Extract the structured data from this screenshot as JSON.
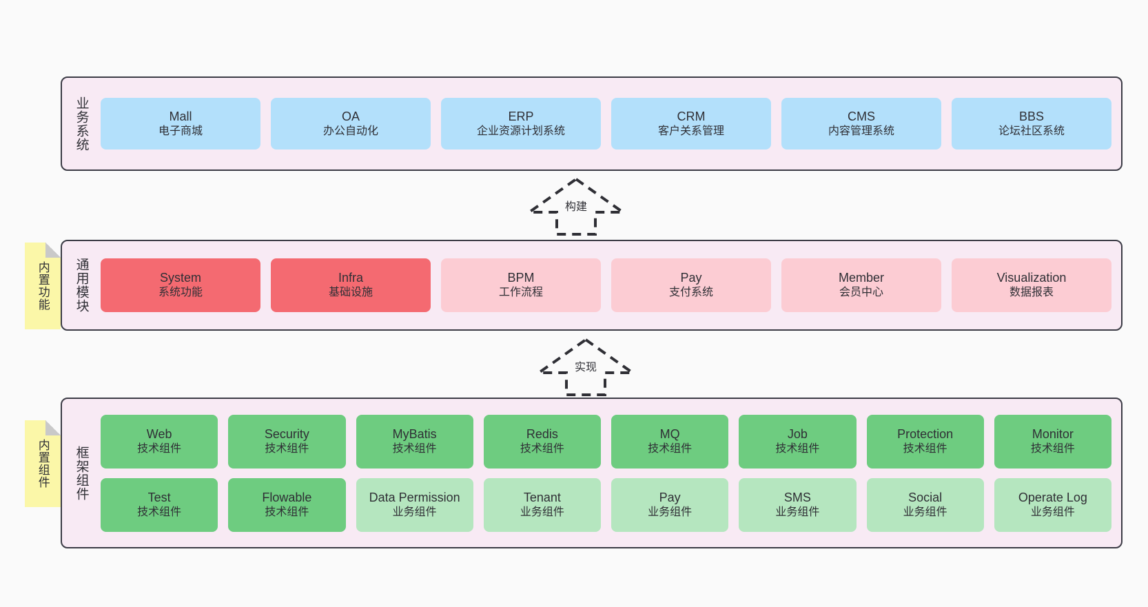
{
  "diagram": {
    "background_color": "#fafafa",
    "layer_background": "#f8eaf4",
    "layer_border_color": "#3b3b45",
    "note_color": "#fbf7a8",
    "colors": {
      "blue": "#b3e0fb",
      "red": "#f46a71",
      "pink": "#fcccd3",
      "green": "#6ecc80",
      "light_green": "#b5e6bf"
    }
  },
  "notes": {
    "common": "内置功能",
    "framework": "内置组件"
  },
  "connectors": {
    "build": "构建",
    "realize": "实现"
  },
  "layers": {
    "business": {
      "title": "业务系统",
      "cards": [
        {
          "en": "Mall",
          "cn": "电子商城"
        },
        {
          "en": "OA",
          "cn": "办公自动化"
        },
        {
          "en": "ERP",
          "cn": "企业资源计划系统"
        },
        {
          "en": "CRM",
          "cn": "客户关系管理"
        },
        {
          "en": "CMS",
          "cn": "内容管理系统"
        },
        {
          "en": "BBS",
          "cn": "论坛社区系统"
        }
      ]
    },
    "common": {
      "title": "通用模块",
      "cards": [
        {
          "en": "System",
          "cn": "系统功能",
          "tone": "red"
        },
        {
          "en": "Infra",
          "cn": "基础设施",
          "tone": "red"
        },
        {
          "en": "BPM",
          "cn": "工作流程",
          "tone": "pink"
        },
        {
          "en": "Pay",
          "cn": "支付系统",
          "tone": "pink"
        },
        {
          "en": "Member",
          "cn": "会员中心",
          "tone": "pink"
        },
        {
          "en": "Visualization",
          "cn": "数据报表",
          "tone": "pink"
        }
      ]
    },
    "framework": {
      "title": "框架组件",
      "row1": [
        {
          "en": "Web",
          "cn": "技术组件"
        },
        {
          "en": "Security",
          "cn": "技术组件"
        },
        {
          "en": "MyBatis",
          "cn": "技术组件"
        },
        {
          "en": "Redis",
          "cn": "技术组件"
        },
        {
          "en": "MQ",
          "cn": "技术组件"
        },
        {
          "en": "Job",
          "cn": "技术组件"
        },
        {
          "en": "Protection",
          "cn": "技术组件"
        },
        {
          "en": "Monitor",
          "cn": "技术组件"
        }
      ],
      "row2": [
        {
          "en": "Test",
          "cn": "技术组件",
          "tone": "green"
        },
        {
          "en": "Flowable",
          "cn": "技术组件",
          "tone": "green"
        },
        {
          "en": "Data Permission",
          "cn": "业务组件",
          "tone": "light"
        },
        {
          "en": "Tenant",
          "cn": "业务组件",
          "tone": "light"
        },
        {
          "en": "Pay",
          "cn": "业务组件",
          "tone": "light"
        },
        {
          "en": "SMS",
          "cn": "业务组件",
          "tone": "light"
        },
        {
          "en": "Social",
          "cn": "业务组件",
          "tone": "light"
        },
        {
          "en": "Operate Log",
          "cn": "业务组件",
          "tone": "light"
        }
      ]
    }
  }
}
